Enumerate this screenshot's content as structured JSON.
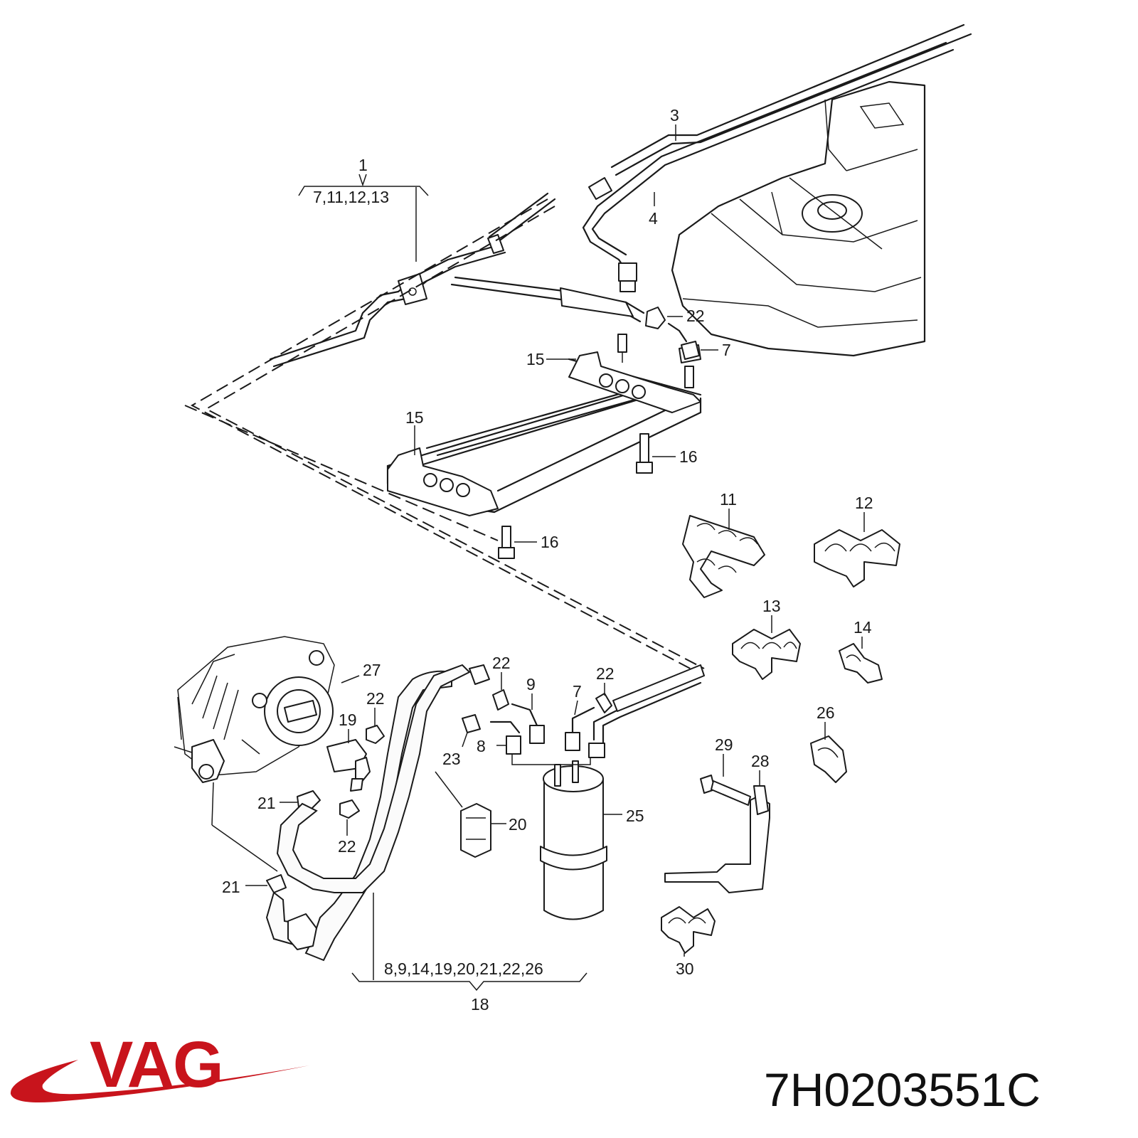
{
  "labels": {
    "l1": "1",
    "l1_group": "7,11,12,13",
    "l3": "3",
    "l4": "4",
    "l22a": "22",
    "l7a": "7",
    "l15a": "15",
    "l15b": "15",
    "l16a": "16",
    "l16b": "16",
    "l11": "11",
    "l12": "12",
    "l13": "13",
    "l14": "14",
    "l26": "26",
    "l27": "27",
    "l22b": "22",
    "l19": "19",
    "l22c": "22",
    "l9": "9",
    "l7b": "7",
    "l22d": "22",
    "l23": "23",
    "l8": "8",
    "l21a": "21",
    "l22e": "22",
    "l20": "20",
    "l25": "25",
    "l29": "29",
    "l28": "28",
    "l21b": "21",
    "l18_group": "8,9,14,19,20,21,22,26",
    "l18": "18",
    "l30": "30"
  },
  "logo": {
    "brand": "VAG",
    "color": "#c8141c"
  },
  "part_number": "7H0203551C"
}
